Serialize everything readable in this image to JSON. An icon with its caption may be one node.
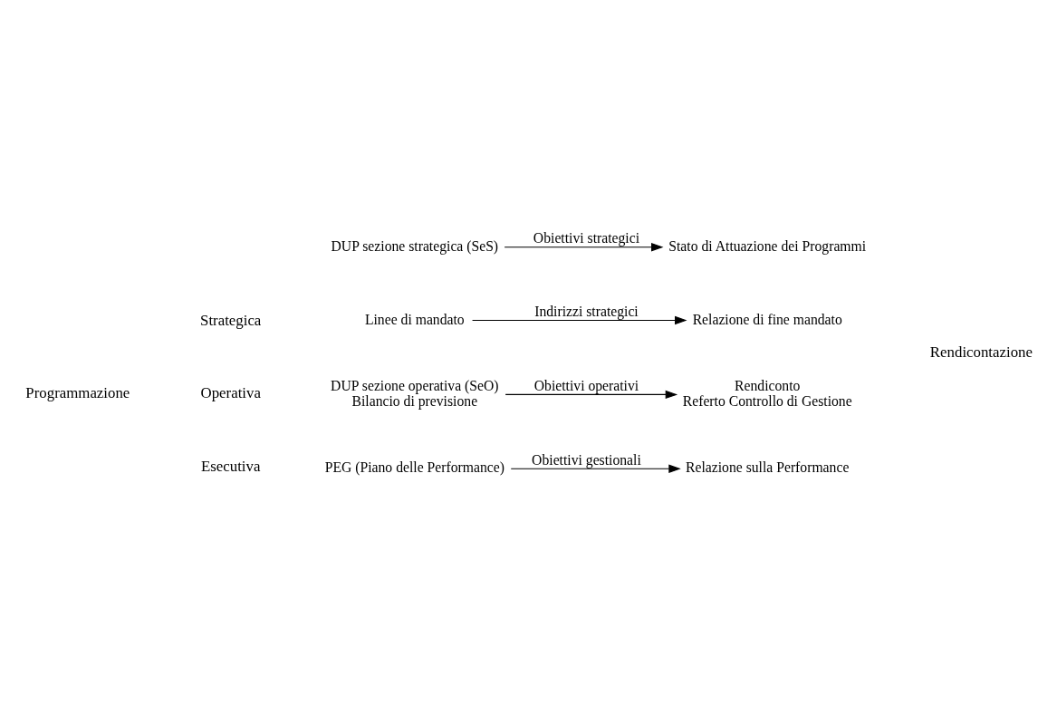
{
  "diagram": {
    "nodes": [
      {
        "text": [
          "Linee di mandato"
        ]
      },
      {
        "text": [
          "Relazione di fine mandato"
        ]
      },
      {
        "text": [
          "DUP sezione strategica (SeS)"
        ]
      },
      {
        "text": [
          "Stato di Attuazione dei Programmi"
        ]
      },
      {
        "text": [
          "DUP sezione operativa (SeO)",
          "Bilancio di previsione"
        ]
      },
      {
        "text": [
          "Rendiconto",
          "Referto Controllo di Gestione"
        ]
      },
      {
        "text": [
          "PEG (Piano delle Performance)"
        ]
      },
      {
        "text": [
          "Relazione sulla Performance"
        ]
      }
    ],
    "edges": [
      {
        "from": 0,
        "to": 1,
        "arrow": "to",
        "label": "Indirizzi strategici"
      },
      {
        "from": 2,
        "to": 3,
        "arrow": "to",
        "label": "Obiettivi strategici"
      },
      {
        "from": 4,
        "to": 5,
        "arrow": "to",
        "label": "Obiettivi operativi"
      },
      {
        "from": 6,
        "to": 7,
        "arrow": "to",
        "label": "Obiettivi gestionali"
      }
    ],
    "labels": [
      "Programmazione",
      "Strategica",
      "Operativa",
      "Esecutiva",
      "Rendicontazione"
    ]
  }
}
